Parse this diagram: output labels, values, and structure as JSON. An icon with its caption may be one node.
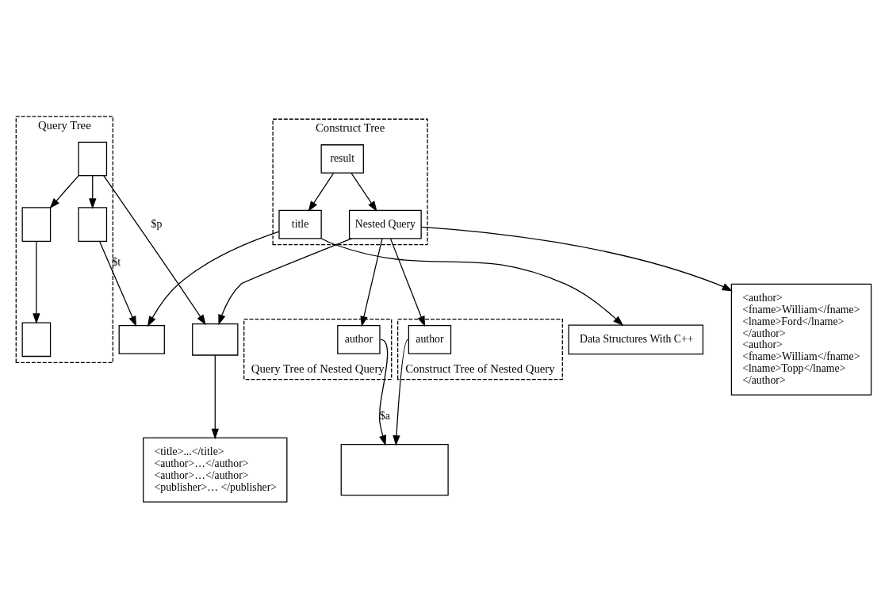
{
  "diagram": {
    "nodes": [
      {
        "text": [
          "Query Tree"
        ]
      },
      {
        "text": [],
        "shape": "box",
        "in": 0
      },
      {
        "text": [],
        "shape": "box",
        "in": 0
      },
      {
        "text": [],
        "shape": "box",
        "in": 0
      },
      {
        "text": [],
        "shape": "box",
        "in": 0
      },
      {
        "text": [
          "Construct Tree"
        ]
      },
      {
        "text": [
          "result"
        ],
        "in": 5
      },
      {
        "text": [
          "Nested Query"
        ],
        "in": 5
      },
      {
        "text": [
          "title"
        ],
        "in": 5
      },
      {
        "text": [
          "Query Tree of Nested Query"
        ]
      },
      {
        "text": [
          "author"
        ],
        "in": 9
      },
      {
        "text": [
          "Construct Tree of Nested Query"
        ]
      },
      {
        "text": [
          "author"
        ],
        "in": 11
      },
      {
        "text": [],
        "shape": "box"
      },
      {
        "text": [],
        "shape": "box"
      },
      {
        "text": [],
        "shape": "box"
      },
      {
        "text": [
          "<title>...</title>",
          "<author>…</author>",
          "<author>…</author>",
          "<publisher>… </publisher>"
        ]
      },
      {
        "text": [
          "Data Structures With C++"
        ]
      },
      {
        "text": [
          "<author>",
          "<fname>William</fname>",
          "<lname>Ford</lname>",
          "</author>",
          "<author>",
          "<fname>William</fname>",
          "<lname>Topp</lname>",
          "</author>"
        ]
      }
    ],
    "edges": [
      {
        "from": 6,
        "to": 8,
        "arrow": "to"
      },
      {
        "from": 6,
        "to": 7,
        "arrow": "to"
      },
      {
        "from": 7,
        "to": 13,
        "arrow": "to"
      },
      {
        "from": 7,
        "to": 10,
        "arrow": "to"
      },
      {
        "from": 1,
        "to": 13,
        "arrow": "to",
        "label": "$p"
      },
      {
        "from": 1,
        "to": 2,
        "arrow": "to"
      },
      {
        "from": 1,
        "to": 3,
        "arrow": "to"
      },
      {
        "from": 8,
        "to": 14,
        "arrow": "to"
      },
      {
        "from": 7,
        "to": 12,
        "arrow": "to"
      },
      {
        "from": 10,
        "to": 15,
        "arrow": "to",
        "label": "$a"
      },
      {
        "from": 2,
        "to": 4,
        "arrow": "to"
      },
      {
        "from": 13,
        "to": 16,
        "arrow": "to"
      },
      {
        "from": 3,
        "to": 14,
        "arrow": "to",
        "label": "$t"
      },
      {
        "from": 12,
        "to": 15,
        "arrow": "to"
      },
      {
        "from": 8,
        "to": 17,
        "arrow": "to"
      },
      {
        "from": 7,
        "to": 18,
        "arrow": "to"
      }
    ]
  }
}
